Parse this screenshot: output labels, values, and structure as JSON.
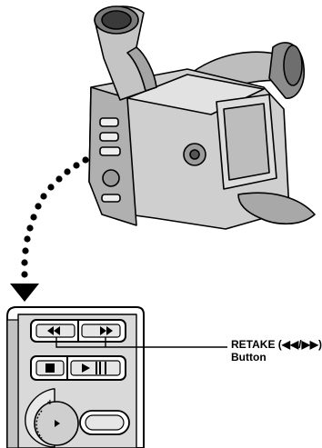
{
  "callout": {
    "line1": "RETAKE (◀◀/▶▶)",
    "line2": "Button"
  },
  "icons": {
    "camcorder": "camcorder-illustration",
    "panel": "camcorder-side-panel-closeup",
    "arrow": "dotted-curved-arrow",
    "rewind": "rewind-icon",
    "fast_forward": "fast-forward-icon",
    "stop": "stop-icon",
    "play_pause": "play-pause-icon"
  },
  "colors": {
    "ink": "#000000",
    "panel_fill": "#d9d9d9",
    "body_fill": "#cfcfcf",
    "shade": "#9a9a9a",
    "dark": "#4a4a4a"
  }
}
